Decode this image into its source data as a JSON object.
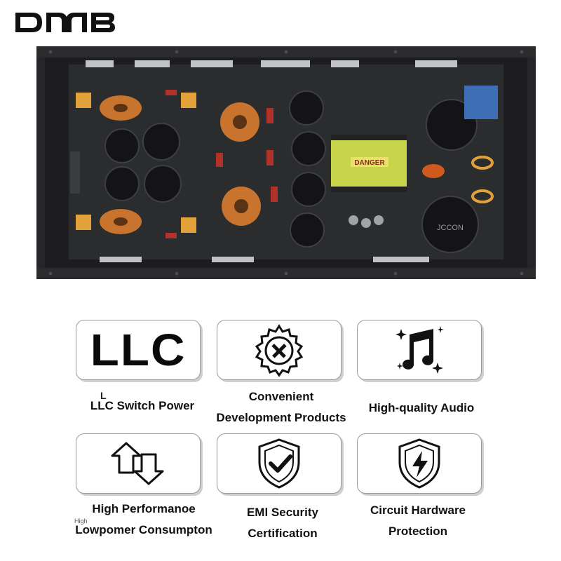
{
  "brand": {
    "logo_text": "DMB",
    "logo_icon": "dmb-logo"
  },
  "product_photo": {
    "description_icon": "amplifier-board-photo",
    "transformer_marking": "DANGER",
    "capacitor_marking": "JCCON"
  },
  "features": [
    {
      "icon": "llc-text-icon",
      "icon_text": "LLC",
      "small_label": "L",
      "caption_lines": [
        "LLC Switch Power"
      ]
    },
    {
      "icon": "gear-wrench-icon",
      "caption_lines": [
        "Convenient",
        "Development Products"
      ]
    },
    {
      "icon": "music-note-icon",
      "caption_lines": [
        "High-quality Audio"
      ]
    },
    {
      "icon": "up-down-arrows-icon",
      "small_label": "High",
      "caption_lines": [
        "High Performanoe",
        "Lowpomer Consumpton"
      ]
    },
    {
      "icon": "shield-check-icon",
      "caption_lines": [
        "EMl Security",
        "Certification"
      ]
    },
    {
      "icon": "shield-lightning-icon",
      "caption_lines": [
        "Circuit Hardware",
        "Protection"
      ]
    }
  ],
  "colors": {
    "card_border": "#9a9a9a",
    "text": "#111111",
    "board_dark": "#1c1c1e"
  }
}
